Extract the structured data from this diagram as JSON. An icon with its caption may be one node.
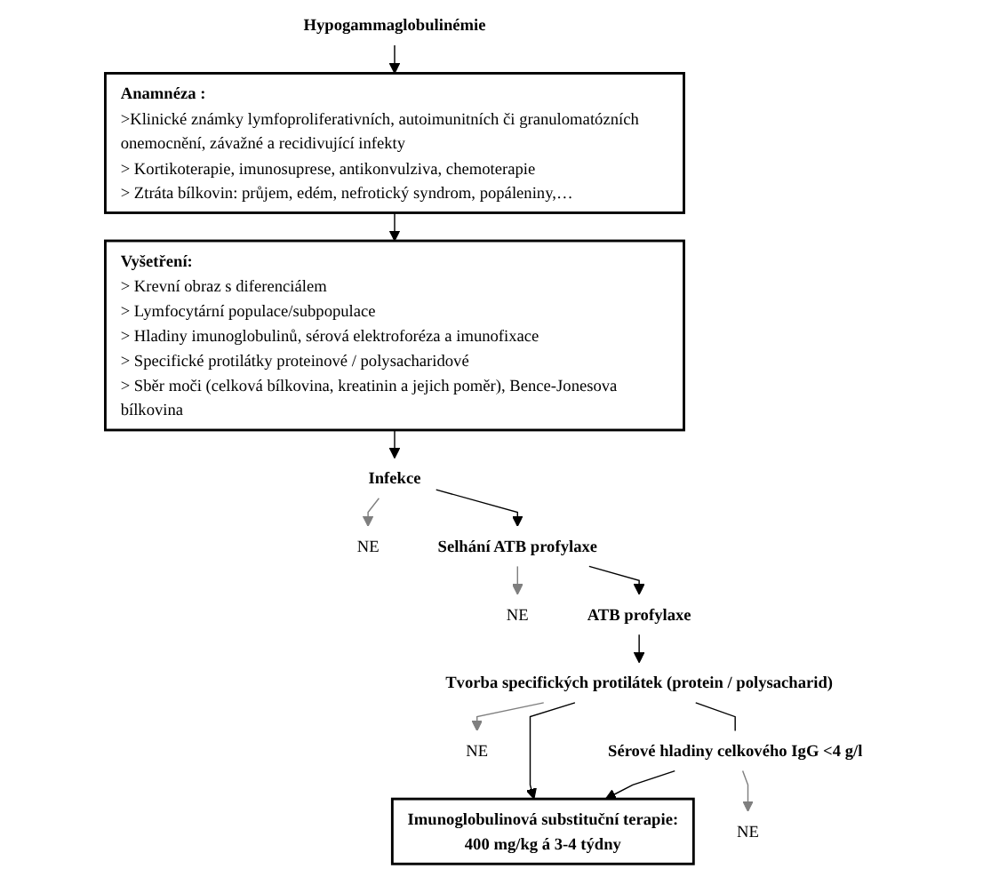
{
  "diagram": {
    "nodes": [
      {
        "text": [
          "Hypogammaglobulinémie"
        ]
      },
      {
        "text": [
          "Anamnéza :",
          ">Klinické známky lymfoproliferativních, autoimunitních či granulomatózních onemocnění, závažné a recidivující infekty",
          "> Kortikoterapie, imunosuprese, antikonvulziva, chemoterapie",
          "> Ztráta bílkovin: průjem, edém, nefrotický syndrom, popáleniny,…"
        ]
      },
      {
        "text": [
          "Vyšetření:",
          "> Krevní obraz s diferenciálem",
          "> Lymfocytární populace/subpopulace",
          "> Hladiny imunoglobulinů, sérová elektroforéza a imunofixace",
          "> Specifické protilátky proteinové / polysacharidové",
          "> Sběr moči (celková bílkovina, kreatinin a jejich poměr), Bence-Jonesova bílkovina"
        ]
      },
      {
        "text": [
          "Infekce"
        ]
      },
      {
        "text": [
          "NE"
        ]
      },
      {
        "text": [
          "Selhání ATB profylaxe"
        ]
      },
      {
        "text": [
          "NE"
        ]
      },
      {
        "text": [
          "ATB profylaxe"
        ]
      },
      {
        "text": [
          "NE"
        ]
      },
      {
        "text": [
          "Tvorba specifických protilátek (protein / polysacharid)"
        ]
      },
      {
        "text": [
          "Imunoglobulinová substituční terapie:",
          "400 mg/kg á 3-4 týdny"
        ]
      },
      {
        "text": [
          "NE"
        ]
      },
      {
        "text": [
          "Sérové hladiny celkového IgG <4 g/l"
        ]
      }
    ],
    "edges": [
      {
        "from": 0,
        "to": 1,
        "arrow": "to"
      },
      {
        "from": 1,
        "to": 2,
        "arrow": "to"
      },
      {
        "from": 2,
        "to": 3,
        "arrow": "to"
      },
      {
        "from": 3,
        "to": 4,
        "arrow": "to",
        "color": "#7f7f7f"
      },
      {
        "from": 3,
        "to": 5,
        "arrow": "to"
      },
      {
        "from": 5,
        "to": 6,
        "arrow": "to",
        "color": "#7f7f7f"
      },
      {
        "from": 5,
        "to": 7,
        "arrow": "to"
      },
      {
        "from": 7,
        "to": 9,
        "arrow": "to"
      },
      {
        "from": 9,
        "to": 8,
        "arrow": "to",
        "color": "#7f7f7f"
      },
      {
        "from": 9,
        "to": 10,
        "arrow": "to"
      },
      {
        "from": 9,
        "to": 12,
        "arrow": "none"
      },
      {
        "from": 12,
        "to": 11,
        "arrow": "to",
        "color": "#7f7f7f"
      },
      {
        "from": 12,
        "to": 10,
        "arrow": "to"
      }
    ]
  }
}
